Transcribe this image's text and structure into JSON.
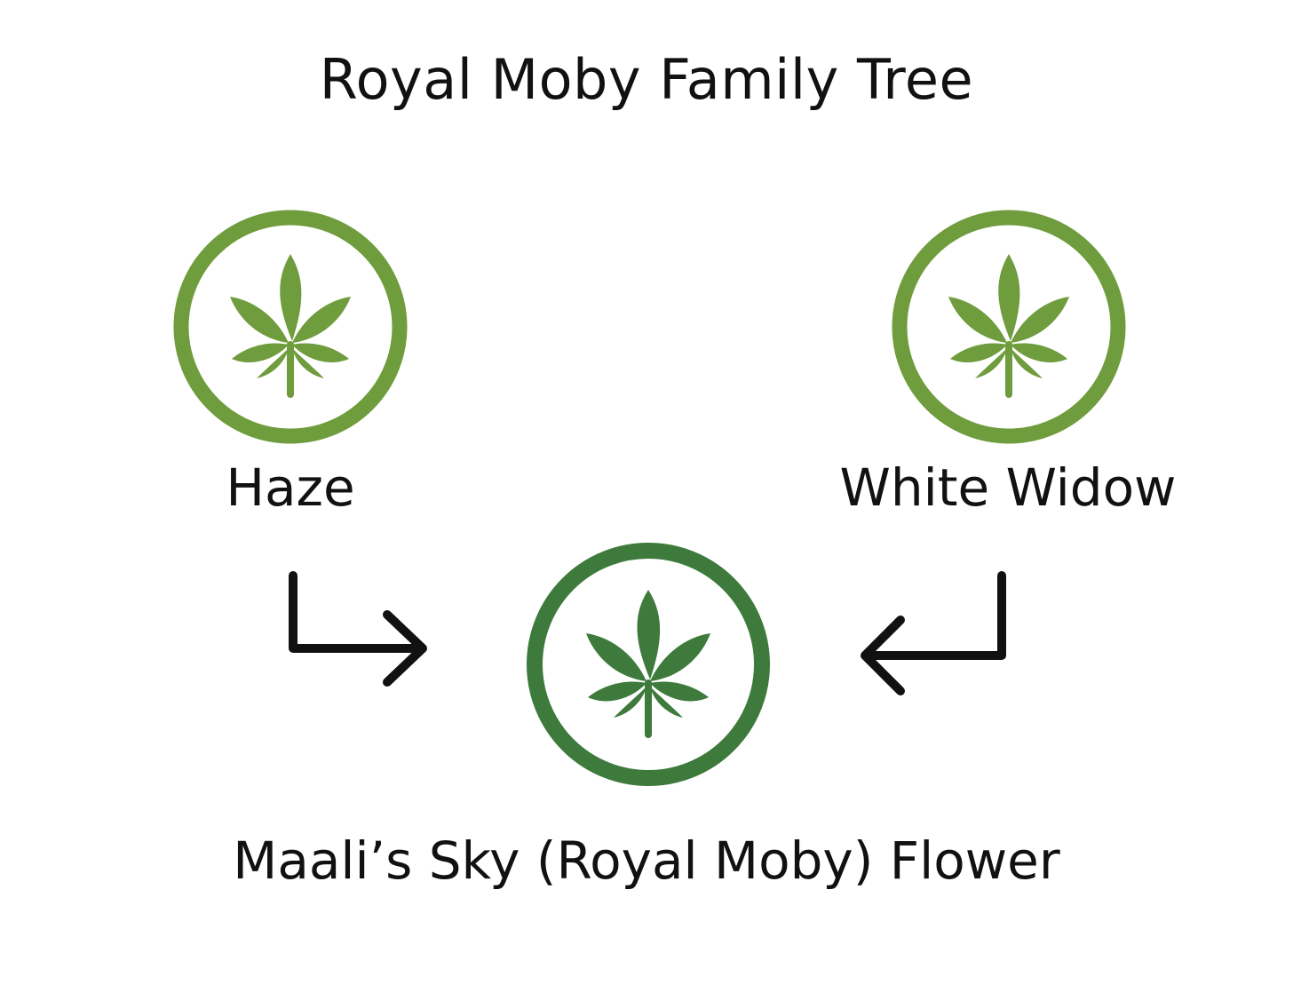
{
  "title": "Royal Moby Family Tree",
  "parents": [
    {
      "name": "Haze",
      "icon": "cannabis-leaf-icon",
      "color": "#6f9c3c"
    },
    {
      "name": "White Widow",
      "icon": "cannabis-leaf-icon",
      "color": "#6f9c3c"
    }
  ],
  "child": {
    "name": "Maali’s Sky (Royal Moby) Flower",
    "icon": "cannabis-leaf-icon",
    "color": "#3d7a3c"
  },
  "colors": {
    "parent_green": "#6f9c3c",
    "child_green": "#3d7a3c",
    "arrow": "#111111"
  }
}
